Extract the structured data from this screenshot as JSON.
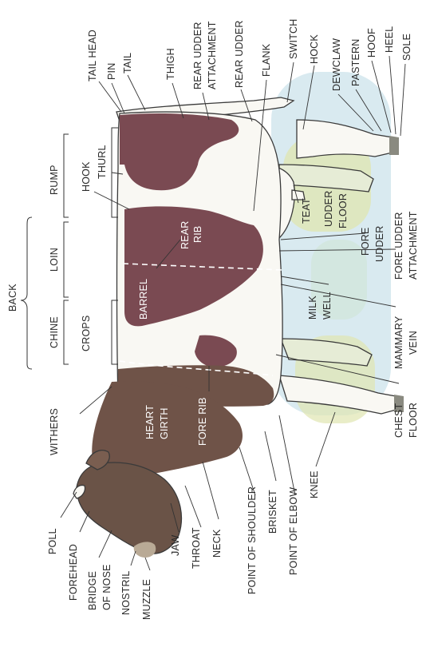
{
  "diagram": {
    "colors": {
      "background": "#ffffff",
      "hide_white": "#f9f8f3",
      "patch_brown": "#7a4a52",
      "head_brown": "#6a5347",
      "ground_blue": "#b9d9e3",
      "ground_yellow": "#dfe6b0",
      "line": "#333333"
    },
    "labels": {
      "tail_head": "TAIL HEAD",
      "pin": "PIN",
      "tail": "TAIL",
      "thigh": "THIGH",
      "rear_udder_attachment_1": "REAR UDDER",
      "rear_udder_attachment_2": "ATTACHMENT",
      "rear_udder": "REAR UDDER",
      "flank": "FLANK",
      "switch": "SWITCH",
      "hock": "HOCK",
      "dewclaw": "DEWCLAW",
      "pastern": "PASTERN",
      "hoof": "HOOF",
      "heel": "HEEL",
      "sole": "SOLE",
      "rump": "RUMP",
      "thurl": "THURL",
      "hook": "HOOK",
      "loin": "LOIN",
      "back": "BACK",
      "chine": "CHINE",
      "crops": "CROPS",
      "rear_rib_1": "REAR",
      "rear_rib_2": "RIB",
      "barrel": "BARREL",
      "teat": "TEAT",
      "udder_floor_1": "UDDER",
      "udder_floor_2": "FLOOR",
      "fore_udder_1": "FORE",
      "fore_udder_2": "UDDER",
      "fore_udder_attachment_1": "FORE UDDER",
      "fore_udder_attachment_2": "ATTACHMENT",
      "milk_well_1": "MILK",
      "milk_well_2": "WELL",
      "mammary_vein_1": "MAMMARY",
      "mammary_vein_2": "VEIN",
      "chest_floor_1": "CHEST",
      "chest_floor_2": "FLOOR",
      "withers": "WITHERS",
      "heart_girth_1": "HEART",
      "heart_girth_2": "GIRTH",
      "fore_rib": "FORE RIB",
      "poll": "POLL",
      "forehead": "FOREHEAD",
      "bridge_of_nose_1": "BRIDGE",
      "bridge_of_nose_2": "OF NOSE",
      "nostril": "NOSTRIL",
      "muzzle": "MUZZLE",
      "jaw": "JAW",
      "throat": "THROAT",
      "neck": "NECK",
      "point_of_shoulder": "POINT OF SHOULDER",
      "brisket": "BRISKET",
      "point_of_elbow": "POINT OF ELBOW",
      "knee": "KNEE"
    }
  }
}
